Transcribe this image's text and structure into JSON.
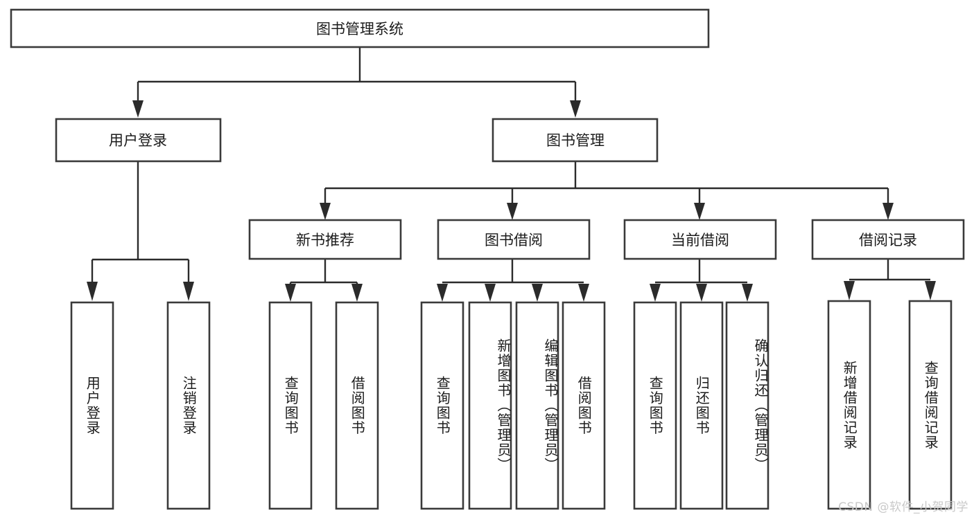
{
  "diagram": {
    "title": "图书管理系统",
    "watermark": "CSDN @软件_小贺同学",
    "root": {
      "label": "图书管理系统"
    },
    "level2": [
      {
        "label": "用户登录"
      },
      {
        "label": "图书管理"
      }
    ],
    "level3": [
      {
        "label": "新书推荐"
      },
      {
        "label": "图书借阅"
      },
      {
        "label": "当前借阅"
      },
      {
        "label": "借阅记录"
      }
    ],
    "leaves": {
      "user_login": [
        {
          "label": "用户登录"
        },
        {
          "label": "注销登录"
        }
      ],
      "new_book_recommend": [
        {
          "label": "查询图书"
        },
        {
          "label": "借阅图书"
        }
      ],
      "book_borrow": [
        {
          "label": "查询图书"
        },
        {
          "label": "新增图书（管理员）"
        },
        {
          "label": "编辑图书（管理员）"
        },
        {
          "label": "借阅图书"
        }
      ],
      "current_borrow": [
        {
          "label": "查询图书"
        },
        {
          "label": "归还图书"
        },
        {
          "label": "确认归还（管理员）"
        }
      ],
      "borrow_record": [
        {
          "label": "新增借阅记录"
        },
        {
          "label": "查询借阅记录"
        }
      ]
    },
    "colors": {
      "box_stroke": "#3a3a3a",
      "connector": "#2b2b2b",
      "background": "#ffffff",
      "text": "#1b1b1b",
      "watermark": "#c9c9c9"
    }
  }
}
